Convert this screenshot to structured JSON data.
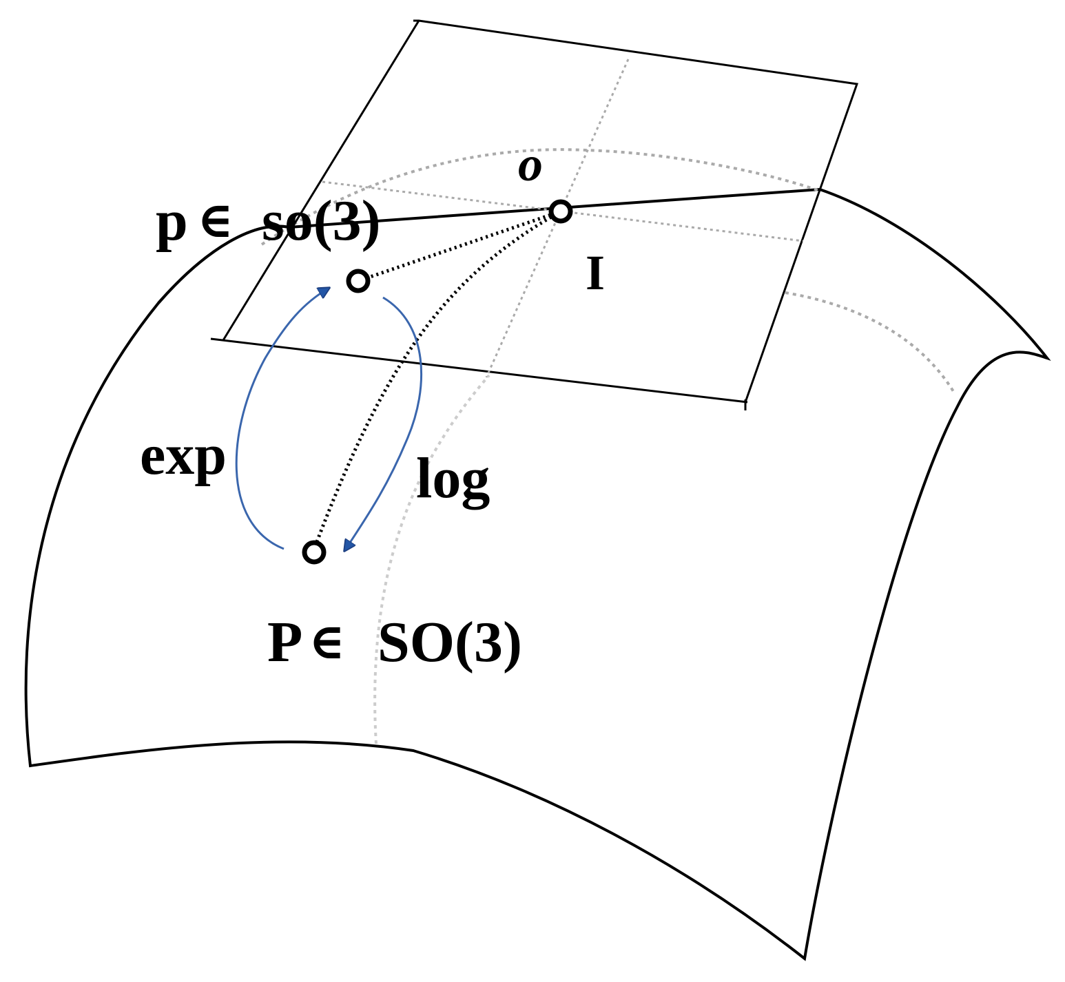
{
  "labels": {
    "origin": "o",
    "identity": "I",
    "lie_algebra_point": "p",
    "lie_algebra_set": "so(3)",
    "group_point": "P",
    "group_set": "SO(3)",
    "element_of": "∈",
    "exp_map": "exp",
    "log_map": "log"
  },
  "colors": {
    "outline": "#000000",
    "guide_dotted": "#aaaaaa",
    "map_arrow": "#3a66ad",
    "arrow_head": "#2356a6"
  }
}
